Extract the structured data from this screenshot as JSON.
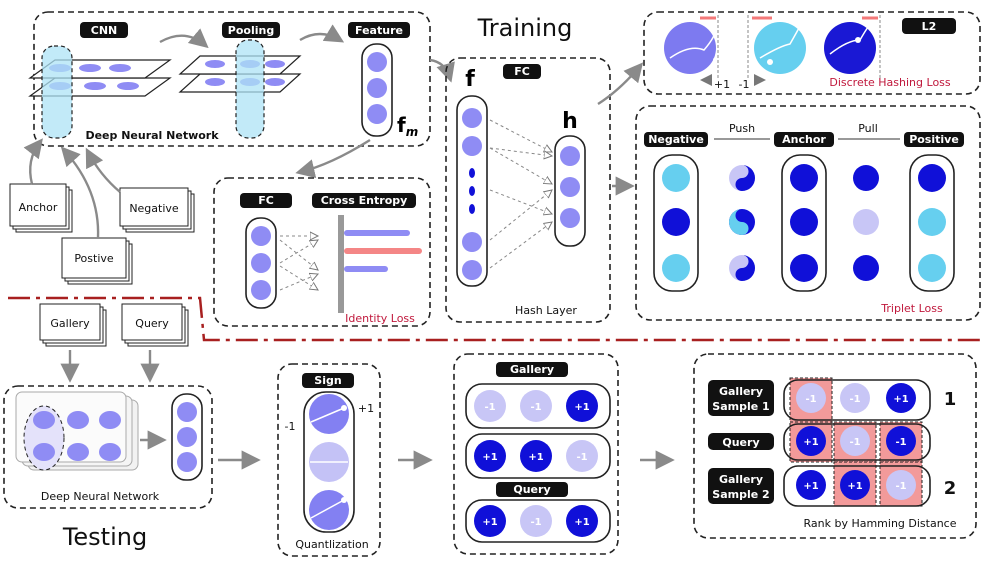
{
  "training": {
    "title": "Training",
    "cnn_box": {
      "cnn": "CNN",
      "pooling": "Pooling",
      "feature": "Feature",
      "caption": "Deep Neural Network",
      "fm": "f",
      "fm_sub": "m"
    },
    "inputs": {
      "anchor": "Anchor",
      "negative": "Negative",
      "positive": "Postive"
    },
    "identity": {
      "fc": "FC",
      "ce": "Cross Entropy",
      "loss": "Identity Loss"
    },
    "hash": {
      "fc": "FC",
      "f": "f",
      "h": "h",
      "caption": "Hash Layer"
    },
    "discrete": {
      "l2": "L2",
      "plus": "+1",
      "minus": "-1",
      "loss": "Discrete Hashing Loss"
    },
    "triplet": {
      "negative": "Negative",
      "push": "Push",
      "anchor": "Anchor",
      "pull": "Pull",
      "positive": "Positive",
      "loss": "Triplet Loss"
    }
  },
  "testing": {
    "title": "Testing",
    "gallery": "Gallery",
    "query": "Query",
    "dnn_caption": "Deep Neural Network",
    "sign": {
      "label": "Sign",
      "plus": "+1",
      "minus": "-1",
      "caption": "Quantlization"
    },
    "codes": {
      "gallery_label": "Gallery",
      "query_label": "Query",
      "g1": [
        "-1",
        "-1",
        "+1"
      ],
      "g2": [
        "+1",
        "+1",
        "-1"
      ],
      "q": [
        "+1",
        "-1",
        "+1"
      ]
    },
    "rank": {
      "g1_label": [
        "Gallery",
        "Sample 1"
      ],
      "q_label": "Query",
      "g2_label": [
        "Gallery",
        "Sample 2"
      ],
      "g1": [
        "-1",
        "-1",
        "+1"
      ],
      "q": [
        "+1",
        "-1",
        "-1"
      ],
      "g2": [
        "+1",
        "+1",
        "-1"
      ],
      "rank1": "1",
      "rank2": "2",
      "caption": "Rank by Hamming Distance"
    }
  }
}
